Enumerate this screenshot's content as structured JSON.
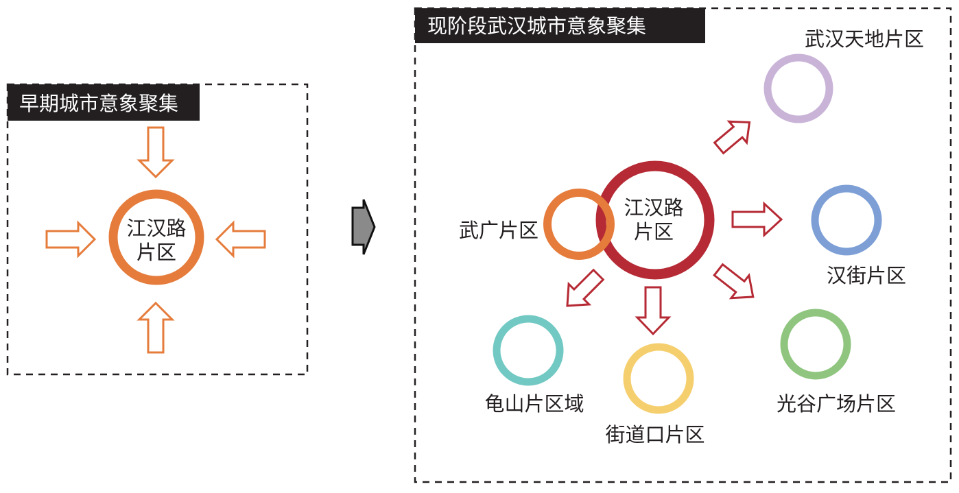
{
  "colors": {
    "orange": "#e57c3c",
    "red": "#b52a34",
    "purple": "#c9b4d8",
    "blue": "#7d9fd6",
    "teal": "#72c9c3",
    "yellow": "#f5cf6e",
    "green": "#8fc57f",
    "header_bg": "#231f20",
    "transition_arrow": "#8a8a8a"
  },
  "early": {
    "title": "早期城市意象聚集",
    "center_line1": "江汉路",
    "center_line2": "片区"
  },
  "current": {
    "title": "现阶段武汉城市意象聚集",
    "center_line1": "江汉路",
    "center_line2": "片区",
    "nodes": {
      "wuguang": "武广片区",
      "wuhantiandi": "武汉天地片区",
      "hanjie": "汉街片区",
      "guangu": "光谷广场片区",
      "jiedaokou": "街道口片区",
      "guishan": "龟山片区域"
    }
  }
}
